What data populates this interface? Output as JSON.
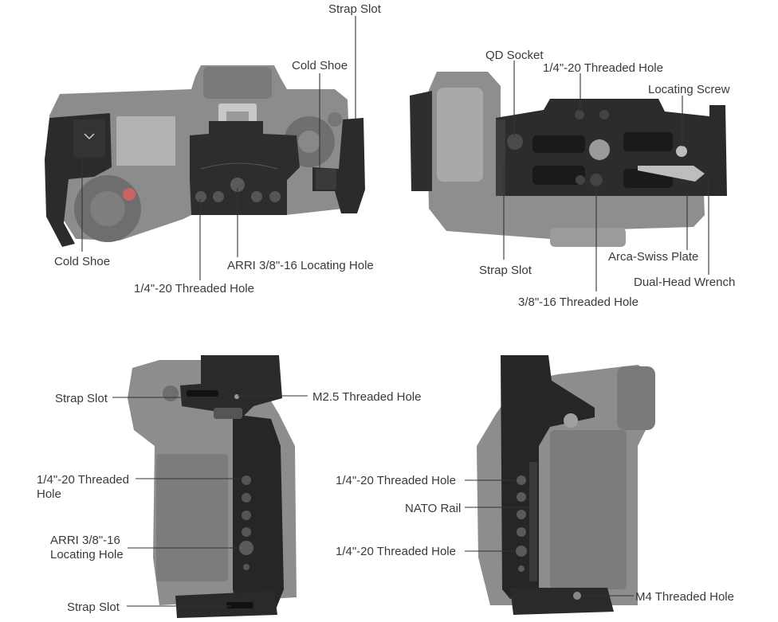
{
  "labels": {
    "top_view": {
      "strap_slot": "Strap Slot",
      "cold_shoe_right": "Cold Shoe",
      "cold_shoe_left": "Cold Shoe",
      "arri_locating_hole": "ARRI 3/8\"-16 Locating Hole",
      "threaded_hole_1420": "1/4\"-20 Threaded Hole"
    },
    "bottom_view": {
      "qd_socket": "QD Socket",
      "threaded_hole_1420": "1/4\"-20 Threaded Hole",
      "locating_screw": "Locating Screw",
      "strap_slot": "Strap Slot",
      "arca_swiss_plate": "Arca-Swiss Plate",
      "dual_head_wrench": "Dual-Head Wrench",
      "threaded_hole_3816": "3/8\"-16 Threaded Hole"
    },
    "left_side_view": {
      "strap_slot_top": "Strap Slot",
      "m25_threaded_hole": "M2.5 Threaded Hole",
      "threaded_hole_1420_line1": "1/4\"-20 Threaded",
      "threaded_hole_1420_line2": "Hole",
      "arri_line1": "ARRI 3/8\"-16",
      "arri_line2": "Locating Hole",
      "strap_slot_bottom": "Strap Slot"
    },
    "right_side_view": {
      "threaded_hole_1420_top": "1/4\"-20 Threaded Hole",
      "nato_rail": "NATO Rail",
      "threaded_hole_1420_bottom": "1/4\"-20 Threaded Hole",
      "m4_threaded_hole": "M4 Threaded Hole"
    }
  },
  "colors": {
    "cage": "#2b2b2b",
    "camera_body": "#8a8a8a",
    "leader": "#333333",
    "label_text": "#3a3a3a"
  }
}
